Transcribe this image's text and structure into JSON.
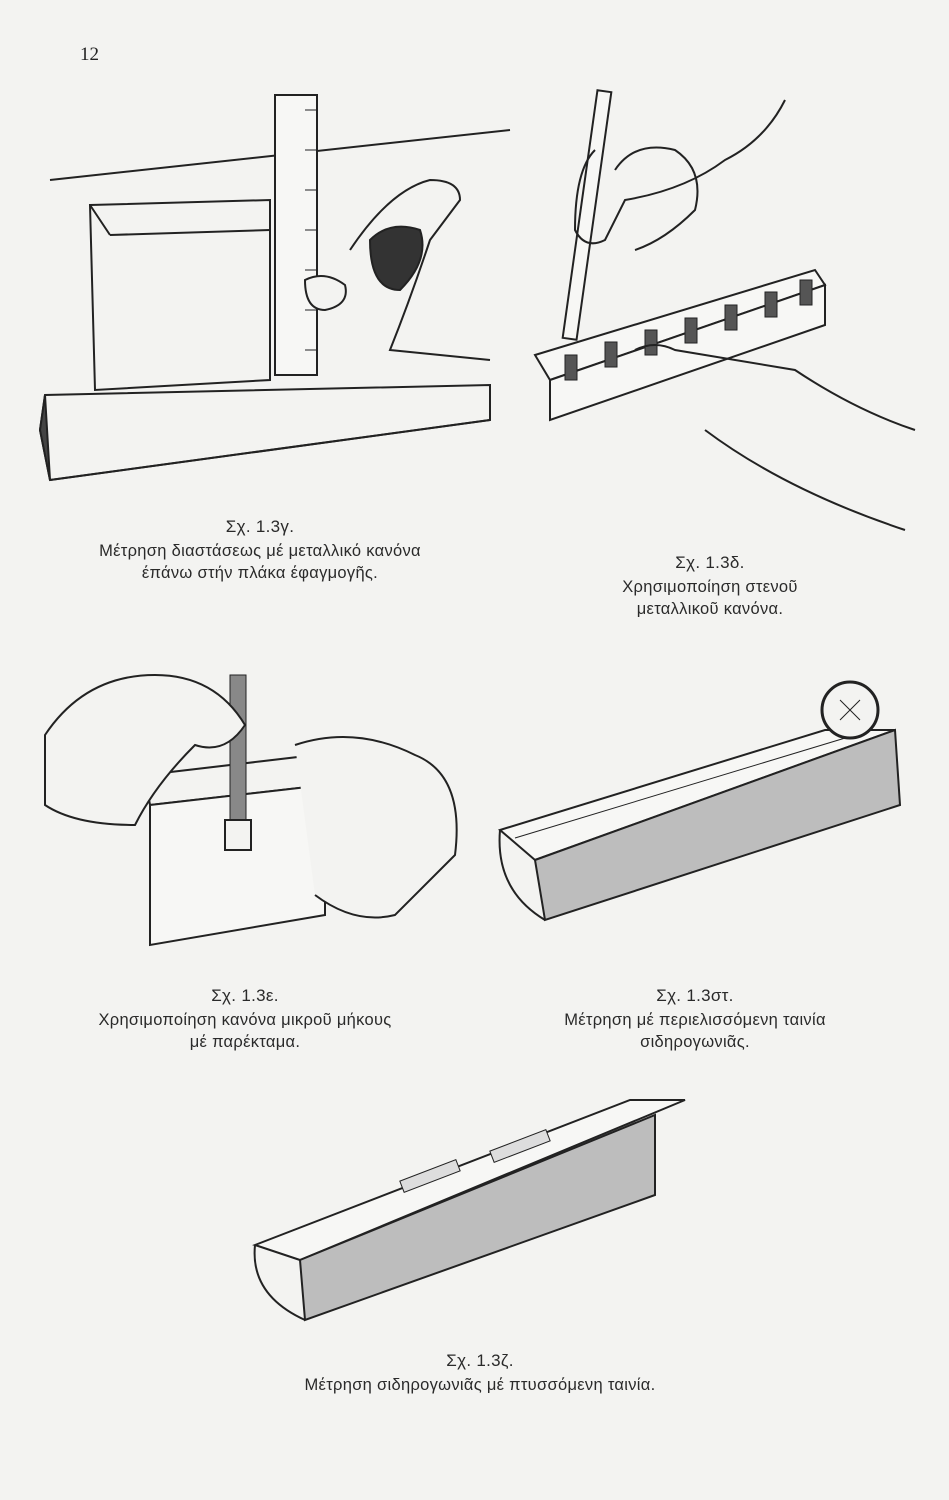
{
  "page_number": "12",
  "figures": [
    {
      "label": "Σχ. 1.3γ.",
      "caption_lines": [
        "Μέτρηση διαστάσεως μέ μεταλλικό κανόνα",
        "έπάνω στήν πλάκα έφαγμογῆς."
      ]
    },
    {
      "label": "Σχ. 1.3δ.",
      "caption_lines": [
        "Χρησιμοποίηση στενοῦ",
        "μεταλλικοῦ κανόνα."
      ]
    },
    {
      "label": "Σχ. 1.3ε.",
      "caption_lines": [
        "Χρησιμοποίηση κανόνα μικροῦ μήκους",
        "μέ παρέκταμα."
      ]
    },
    {
      "label": "Σχ. 1.3στ.",
      "caption_lines": [
        "Μέτρηση μέ περιελισσόμενη ταινία",
        "σιδηρογωνιᾶς."
      ]
    },
    {
      "label": "Σχ. 1.3ζ.",
      "caption_lines": [
        "Μέτρηση σιδηρογωνιᾶς μέ πτυσσόμενη ταινία."
      ]
    }
  ]
}
